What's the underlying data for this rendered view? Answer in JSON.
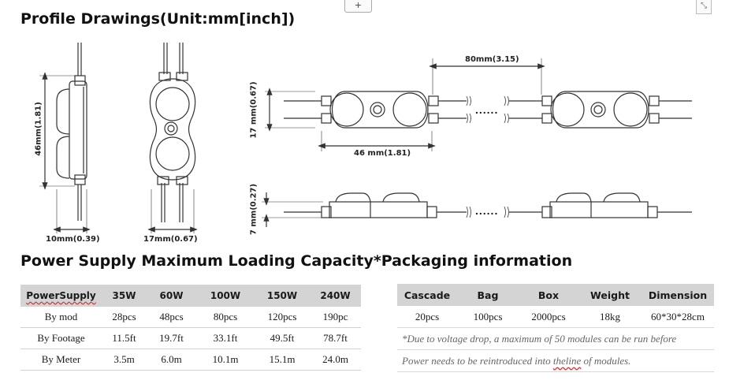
{
  "titles": {
    "profile": "Profile Drawings(Unit:mm[inch])",
    "power": "Power Supply Maximum Loading Capacity*Packaging information"
  },
  "toolbar": {
    "plus_label": "+",
    "expand_label": "⤡"
  },
  "drawings": {
    "side_height": "46mm(1.81)",
    "side_depth": "10mm(0.39)",
    "front_width": "17mm(0.67)",
    "spacing": "80mm(3.15)",
    "module_width": "17 mm(0.67)",
    "module_length": "46 mm(1.81)",
    "module_height": "7 mm(0.27)",
    "ellipsis": "......"
  },
  "power_table": {
    "headers": [
      "PowerSupply",
      "35W",
      "60W",
      "100W",
      "150W",
      "240W"
    ],
    "rows": [
      [
        "By mod",
        "28pcs",
        "48pcs",
        "80pcs",
        "120pcs",
        "190pc"
      ],
      [
        "By Footage",
        "11.5ft",
        "19.7ft",
        "33.1ft",
        "49.5ft",
        "78.7ft"
      ],
      [
        "By Meter",
        "3.5m",
        "6.0m",
        "10.1m",
        "15.1m",
        "24.0m"
      ]
    ]
  },
  "packaging_table": {
    "headers": [
      "Cascade",
      "Bag",
      "Box",
      "Weight",
      "Dimension"
    ],
    "row": [
      "20pcs",
      "100pcs",
      "2000pcs",
      "18kg",
      "60*30*28cm"
    ],
    "note1": "*Due to voltage drop, a maximum of 50 modules can be run before",
    "note2_pre": "Power needs to be reintroduced into ",
    "note2_word": "theline",
    "note2_post": " of modules."
  }
}
